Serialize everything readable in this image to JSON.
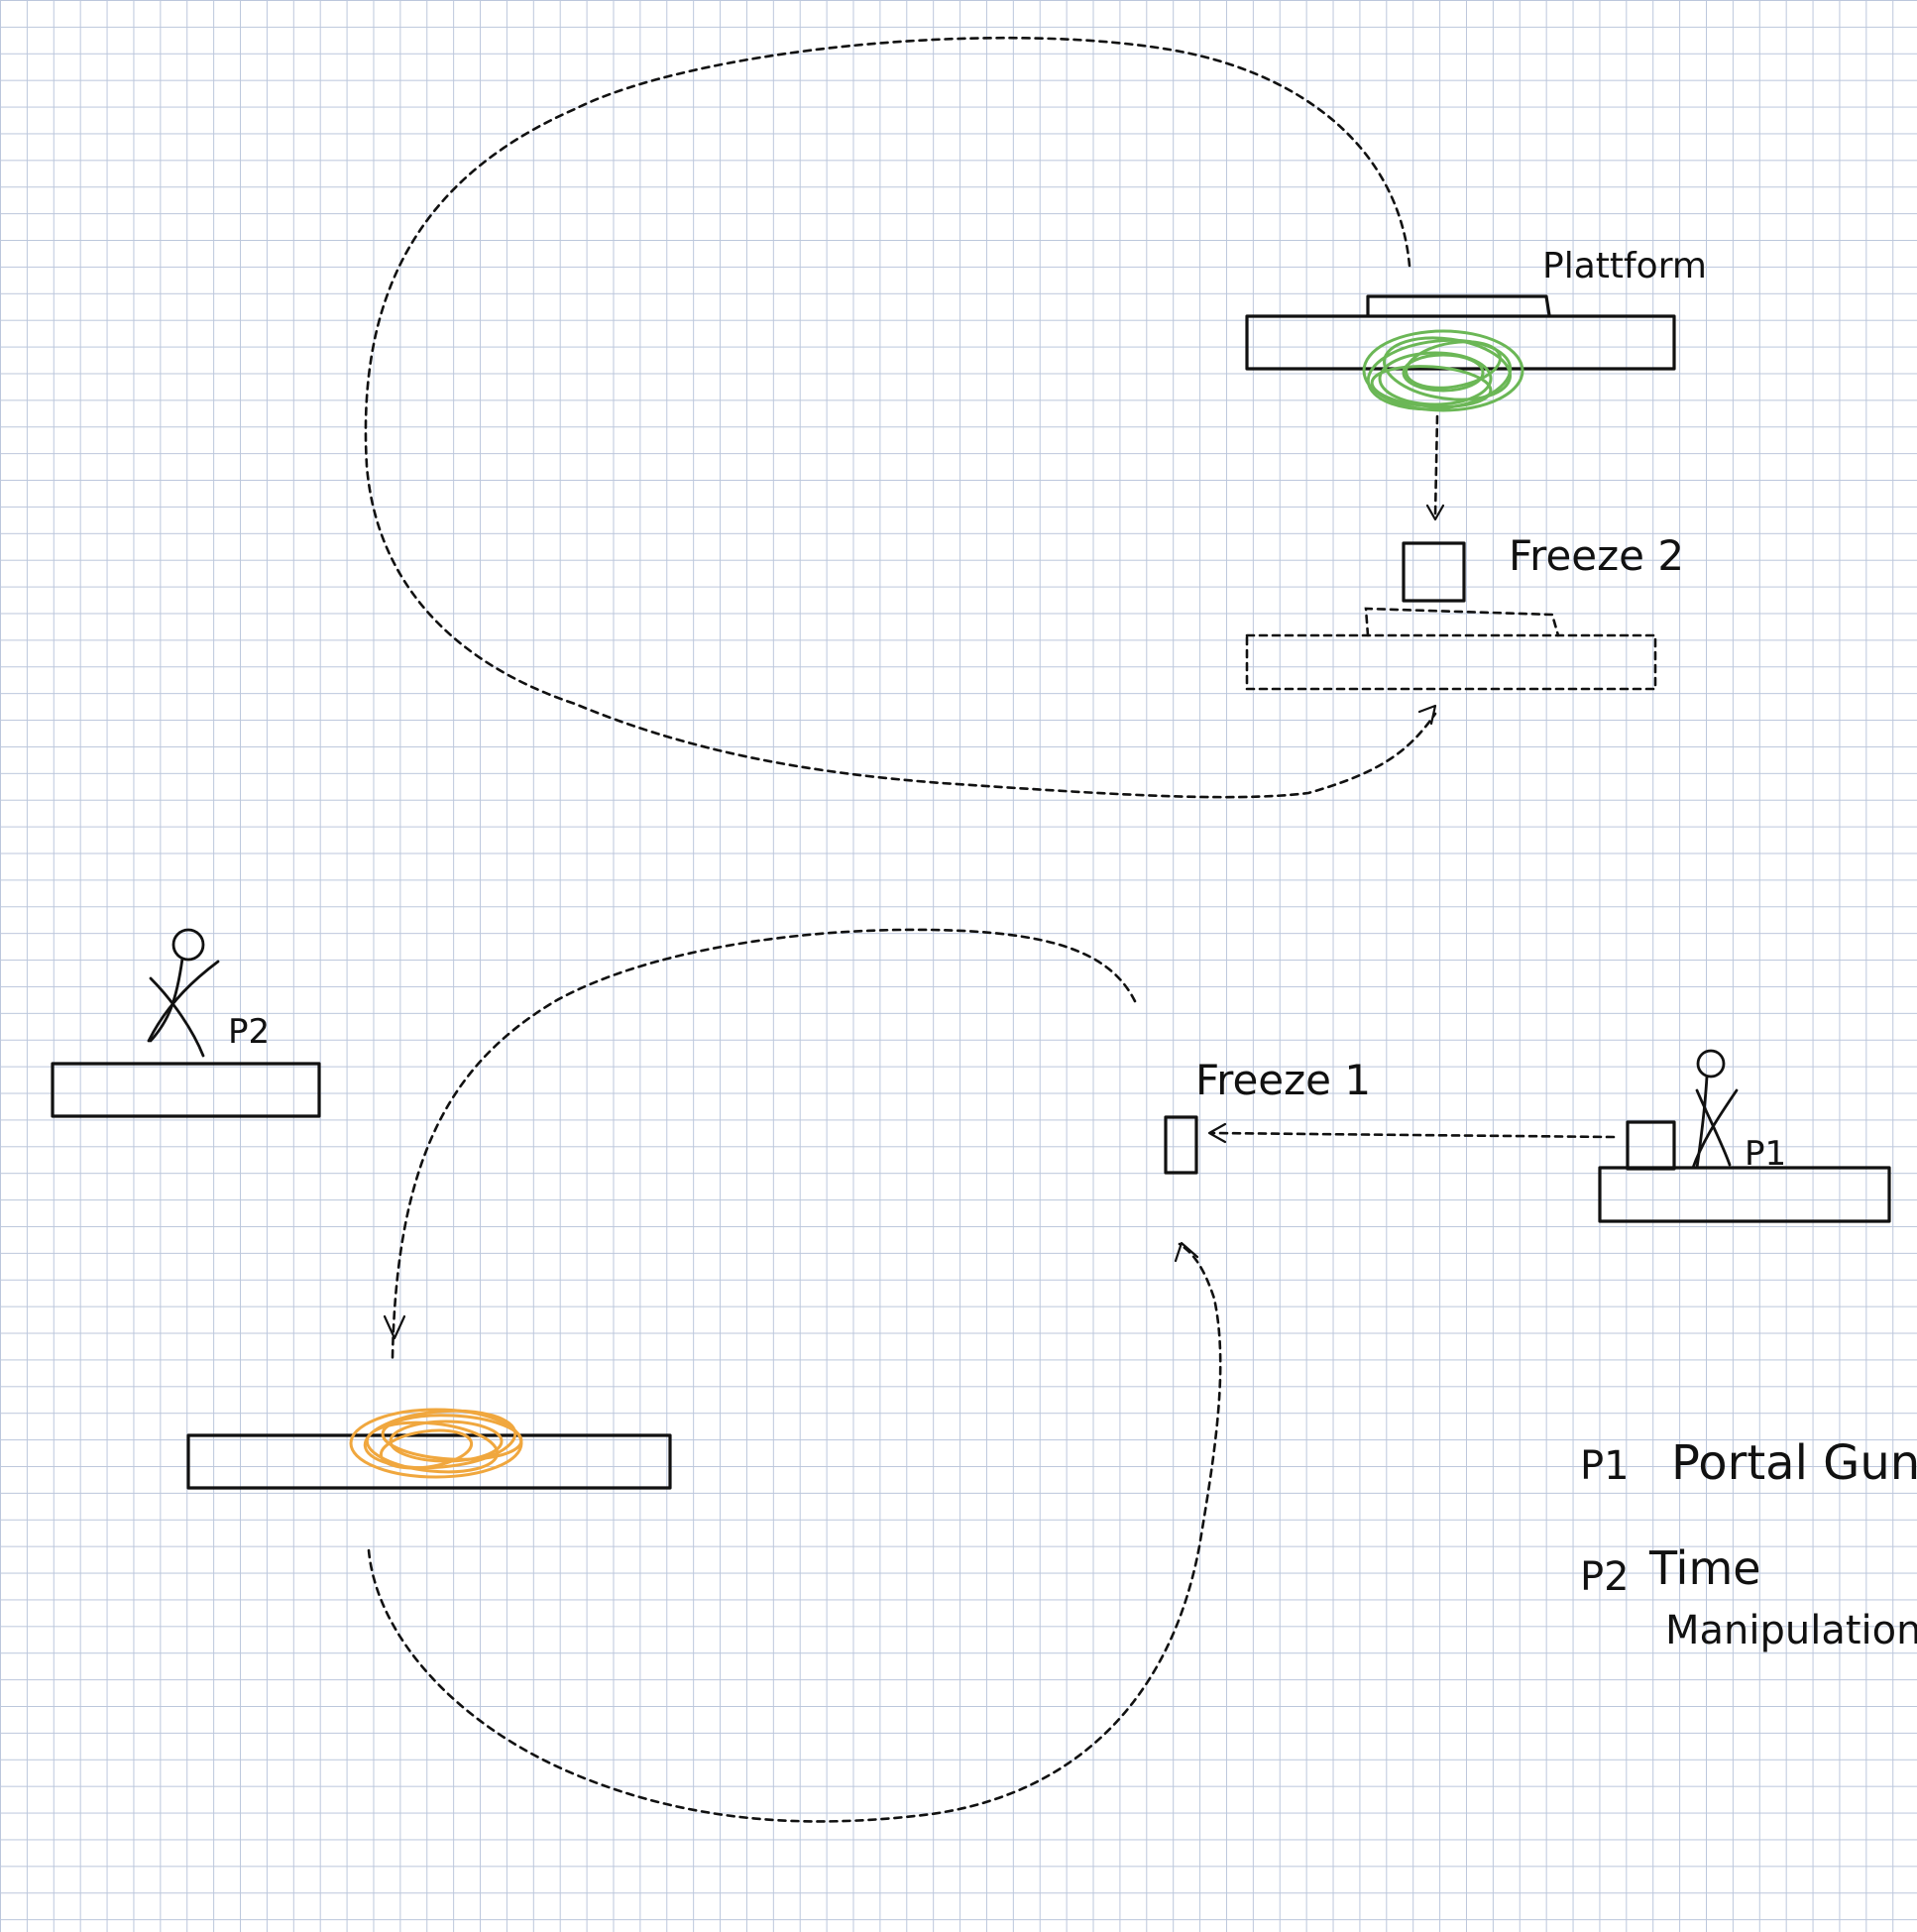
{
  "labels": {
    "platform": "Plattform",
    "freeze_2": "Freeze 2",
    "freeze_1": "Freeze 1",
    "player_1": "P1",
    "player_2": "P2"
  },
  "legend": {
    "p1_key": "P1",
    "p1_value": "Portal Gun",
    "p2_key": "P2",
    "p2_value_line1": "Time",
    "p2_value_line2": "Manipulation"
  },
  "colors": {
    "ink": "#111111",
    "grid": "#bcc7dc",
    "portal_green": "#6bb756",
    "portal_orange": "#f0a73e"
  }
}
